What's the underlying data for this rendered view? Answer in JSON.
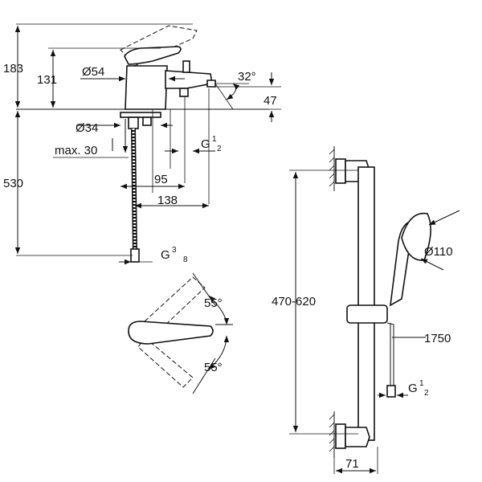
{
  "dimensions": {
    "d183": "183",
    "d131": "131",
    "d54": "Ø54",
    "d32deg": "32°",
    "d47": "47",
    "d34": "Ø34",
    "max30": "max. 30",
    "g12_top_main": "G",
    "g12_top_num": "1",
    "g12_top_den": "2",
    "d530": "530",
    "d95": "95",
    "d138": "138",
    "g38_main": "G",
    "g38_num": "3",
    "g38_den": "8",
    "d55a": "55°",
    "d55b": "55°",
    "d470": "470-620",
    "d110": "Ø110",
    "d1750": "1750",
    "g12_bot_main": "G",
    "g12_bot_num": "1",
    "g12_bot_den": "2",
    "d71": "71"
  }
}
